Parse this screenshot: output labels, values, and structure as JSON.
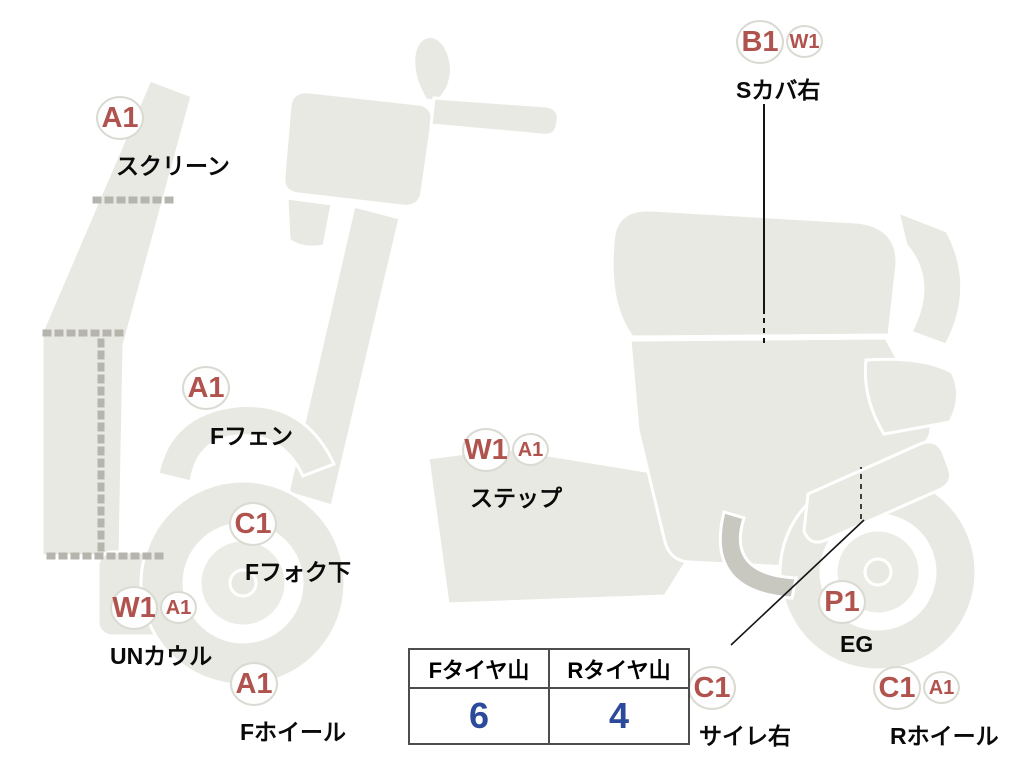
{
  "diagram": {
    "title": "vehicle-condition-diagram",
    "markers": [
      {
        "name": "screen",
        "main": "A1",
        "label": "スクリーン"
      },
      {
        "name": "front-fender",
        "main": "A1",
        "label": "Fフェン"
      },
      {
        "name": "front-fork-lower",
        "main": "C1",
        "label": "Fフォク下"
      },
      {
        "name": "under-cowl",
        "main": "W1",
        "sub": "A1",
        "label": "UNカウル"
      },
      {
        "name": "front-wheel",
        "main": "A1",
        "label": "Fホイール"
      },
      {
        "name": "step",
        "main": "W1",
        "sub": "A1",
        "label": "ステップ"
      },
      {
        "name": "side-cover-right",
        "main": "B1",
        "sub": "W1",
        "label": "Sカバ右"
      },
      {
        "name": "engine",
        "main": "P1",
        "label": "EG"
      },
      {
        "name": "silencer-right",
        "main": "C1",
        "label": "サイレ右"
      },
      {
        "name": "rear-wheel",
        "main": "C1",
        "sub": "A1",
        "label": "Rホイール"
      }
    ],
    "tire_table": {
      "headers": [
        "Fタイヤ山",
        "Rタイヤ山"
      ],
      "values": [
        "6",
        "4"
      ]
    },
    "colors": {
      "code_text": "#b0534e",
      "label_text": "#0a0a0a",
      "tread_value_text": "#2b4a9b",
      "body_fill": "#e9e9e3",
      "pipe_fill": "#c8c8c1",
      "dotted_line": "#b5b5ad",
      "table_border": "#4d4d4d"
    }
  }
}
